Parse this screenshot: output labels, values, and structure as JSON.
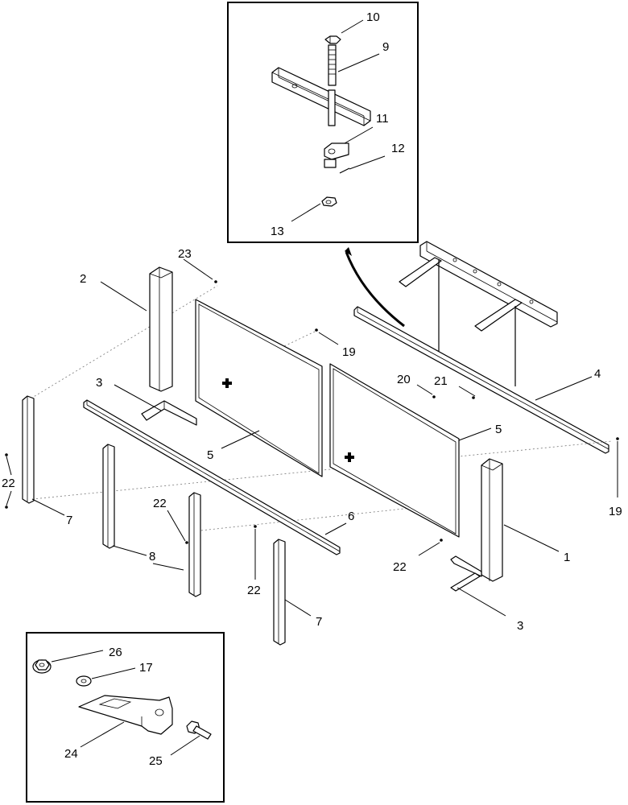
{
  "callouts": {
    "c10": "10",
    "c9": "9",
    "c11": "11",
    "c12": "12",
    "c13": "13",
    "c23": "23",
    "c2": "2",
    "c19a": "19",
    "c3a": "3",
    "c20": "20",
    "c21": "21",
    "c4": "4",
    "c5a": "5",
    "c5b": "5",
    "c22a": "22",
    "c7a": "7",
    "c22b": "22",
    "c8": "8",
    "c6": "6",
    "c22c": "22",
    "c22d": "22",
    "c1": "1",
    "c19b": "19",
    "c3b": "3",
    "c7b": "7",
    "c26": "26",
    "c17": "17",
    "c24": "24",
    "c25": "25"
  }
}
